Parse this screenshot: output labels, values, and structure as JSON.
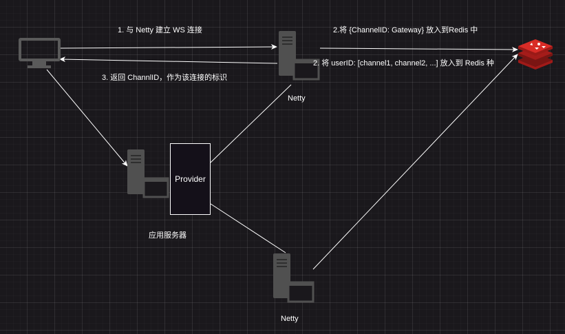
{
  "edges": {
    "client_to_netty": "1. 与 Netty 建立 WS 连接",
    "netty_to_redis_gateway": "2.将 {ChannelID: Gateway} 放入到Redis 中",
    "netty_to_redis_user": "2. 将 userID: [channel1, channel2, ...] 放入到 Redis 种",
    "netty_to_client": "3. 返回 ChannlID，作为该连接的标识"
  },
  "nodes": {
    "netty_top": "Netty",
    "netty_bottom": "Netty",
    "provider": "Provider",
    "app_server": "应用服务器"
  },
  "icons": [
    "monitor-icon",
    "server-icon",
    "redis-icon"
  ],
  "colors": {
    "background": "#1a181c",
    "line": "#ffffff",
    "server": "#505050",
    "redis": "#c4211f"
  }
}
